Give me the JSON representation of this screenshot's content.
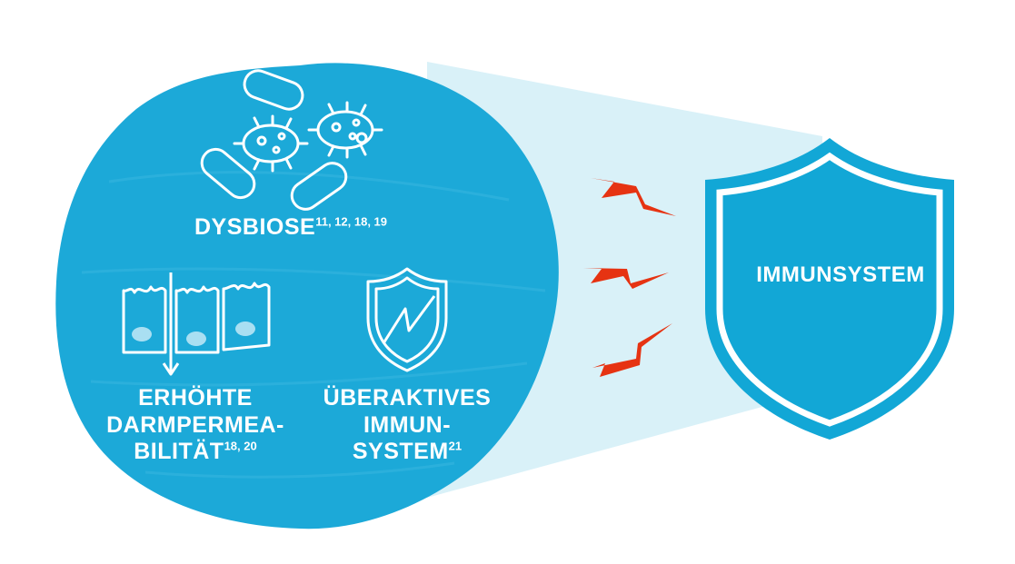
{
  "colors": {
    "circle": "#1ca9d8",
    "cone": "#d9f1f8",
    "bolt": "#e63312",
    "shield_outer": "#12a7d6",
    "shield_inner": "#12a7d6",
    "icon_line": "#ffffff",
    "nucleus": "#a9dff2"
  },
  "icons": {
    "dysbiose": "bacteria-icon",
    "permeability": "gut-cells-icon",
    "overactive": "broken-shield-icon",
    "bolts": "lightning-bolt-icon"
  },
  "nodes": {
    "dysbiose": {
      "text": "DYSBIOSE",
      "refs": "11, 12, 18, 19"
    },
    "permeability": {
      "line1": "ERHÖHTE",
      "line2": "DARMPERMEA-",
      "line3": "BILITÄT",
      "refs": "18, 20"
    },
    "overactive": {
      "line1": "ÜBERAKTIVES",
      "line2": "IMMUN-",
      "line3": "SYSTEM",
      "refs": "21"
    },
    "shield": {
      "text": "IMMUNSYSTEM"
    }
  },
  "bolt_count": 3
}
